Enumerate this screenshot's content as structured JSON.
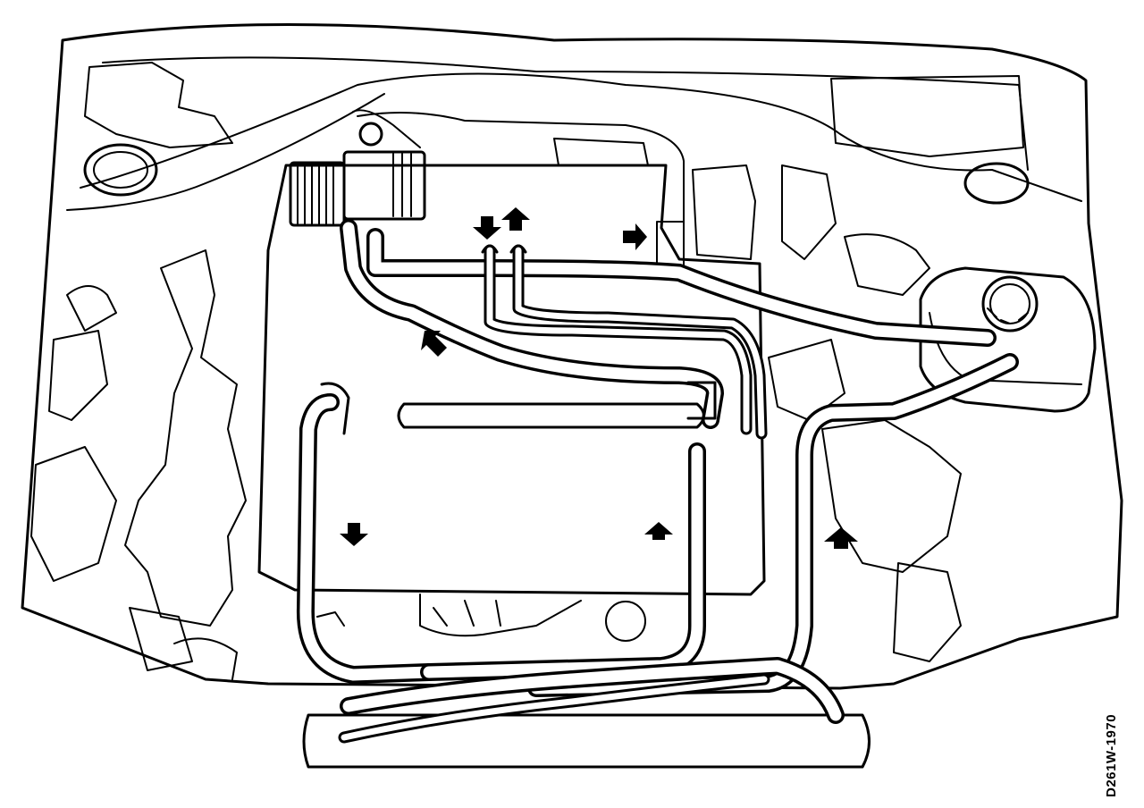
{
  "figure": {
    "reference_code": "D261W-1970",
    "colors": {
      "line": "#000000",
      "background": "#ffffff"
    },
    "components": [
      "engine-bay-outline",
      "throttle-body",
      "engine-block",
      "expansion-tank",
      "radiator",
      "coolant-hoses",
      "flow-arrows"
    ]
  }
}
